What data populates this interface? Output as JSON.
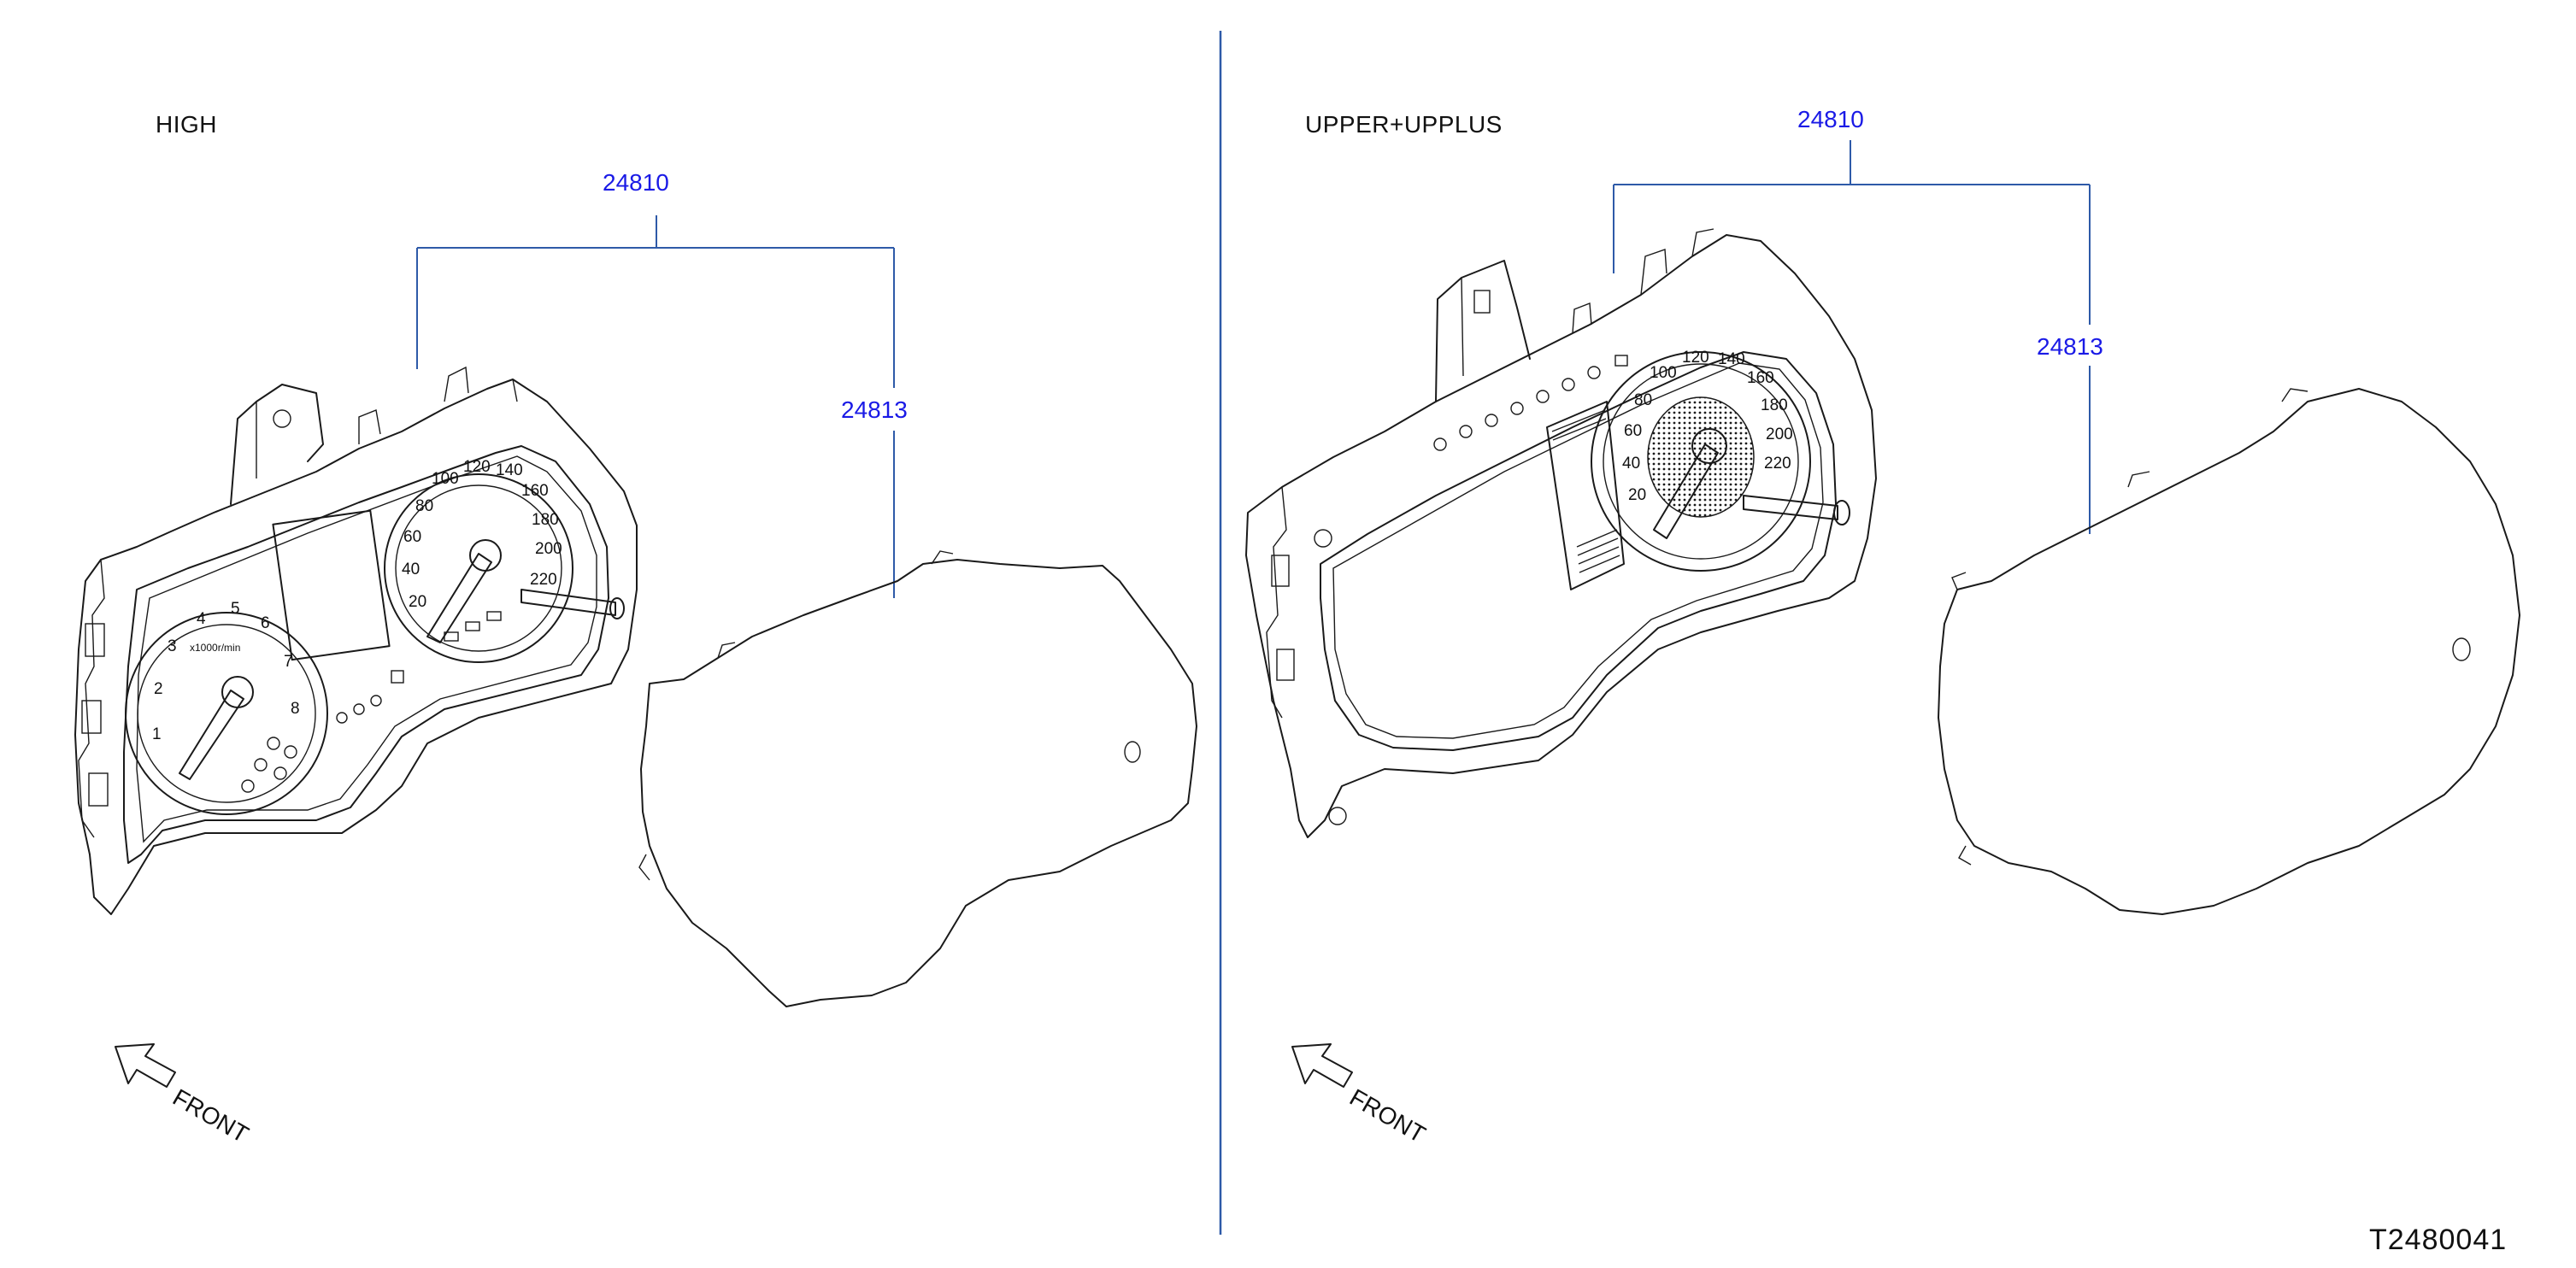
{
  "panels": {
    "left": {
      "variant_label": "HIGH",
      "assembly_part_no": "24810",
      "lens_part_no": "24813",
      "front_label": "FRONT",
      "tacho_ticks": [
        "1",
        "2",
        "3",
        "4",
        "5",
        "6",
        "7",
        "8"
      ],
      "tacho_unit": "x1000r/min",
      "speedo_ticks": [
        "20",
        "40",
        "60",
        "80",
        "100",
        "120",
        "140",
        "160",
        "180",
        "200",
        "220"
      ]
    },
    "right": {
      "variant_label": "UPPER+UPPLUS",
      "assembly_part_no": "24810",
      "lens_part_no": "24813",
      "front_label": "FRONT",
      "speedo_ticks": [
        "20",
        "40",
        "60",
        "80",
        "100",
        "120",
        "140",
        "160",
        "180",
        "200",
        "220"
      ]
    }
  },
  "diagram_id": "T2480041",
  "colors": {
    "callout_text": "#1a1ae6",
    "leader_line": "#2e5aa8",
    "drawing_line": "#1a1a1a",
    "divider": "#2e5aa8"
  }
}
